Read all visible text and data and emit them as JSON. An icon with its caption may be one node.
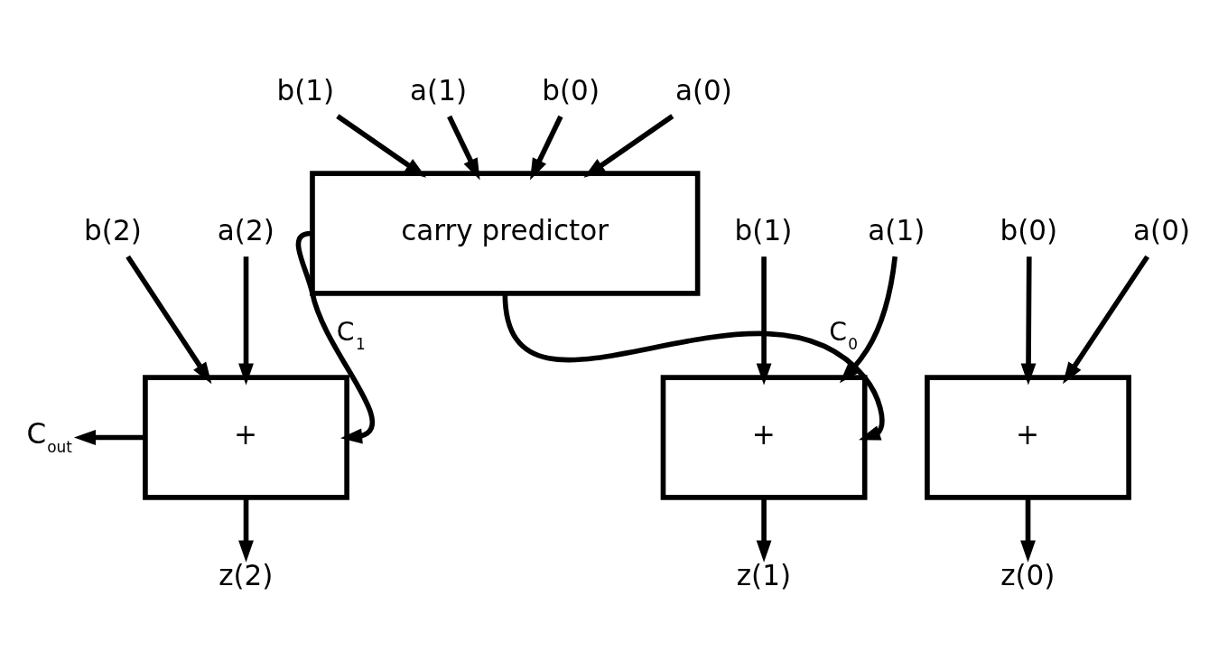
{
  "diagram": {
    "nodes": [
      {
        "text": [
          "carry predictor"
        ]
      },
      {
        "text": [
          "+"
        ]
      },
      {
        "text": [
          "+"
        ]
      },
      {
        "text": [
          "+"
        ]
      },
      {
        "text": [
          "b(1)"
        ]
      },
      {
        "text": [
          "a(1)"
        ]
      },
      {
        "text": [
          "b(0)"
        ]
      },
      {
        "text": [
          "a(0)"
        ]
      },
      {
        "text": [
          "b(2)"
        ]
      },
      {
        "text": [
          "a(2)"
        ]
      },
      {
        "text": [
          "b(1)"
        ]
      },
      {
        "text": [
          "a(1)"
        ]
      },
      {
        "text": [
          "b(0)"
        ]
      },
      {
        "text": [
          "a(0)"
        ]
      },
      {
        "text": [
          "C$_{out}$"
        ]
      },
      {
        "text": [
          "z(2)"
        ]
      },
      {
        "text": [
          "z(1)"
        ]
      },
      {
        "text": [
          "z(0)"
        ]
      }
    ],
    "edges": [
      {
        "from": 4,
        "to": 0,
        "arrow": "to"
      },
      {
        "from": 5,
        "to": 0,
        "arrow": "to"
      },
      {
        "from": 6,
        "to": 0,
        "arrow": "to"
      },
      {
        "from": 7,
        "to": 0,
        "arrow": "to"
      },
      {
        "from": 0,
        "to": 1,
        "arrow": "to",
        "label": "C$_{1}$"
      },
      {
        "from": 0,
        "to": 2,
        "arrow": "to",
        "label": "C$_{0}$"
      },
      {
        "from": 8,
        "to": 1,
        "arrow": "to"
      },
      {
        "from": 9,
        "to": 1,
        "arrow": "to"
      },
      {
        "from": 10,
        "to": 2,
        "arrow": "to"
      },
      {
        "from": 11,
        "to": 2,
        "arrow": "to"
      },
      {
        "from": 12,
        "to": 3,
        "arrow": "to"
      },
      {
        "from": 13,
        "to": 3,
        "arrow": "to"
      },
      {
        "from": 1,
        "to": 14,
        "arrow": "to"
      },
      {
        "from": 1,
        "to": 15,
        "arrow": "to"
      },
      {
        "from": 2,
        "to": 16,
        "arrow": "to"
      },
      {
        "from": 3,
        "to": 17,
        "arrow": "to"
      }
    ]
  }
}
